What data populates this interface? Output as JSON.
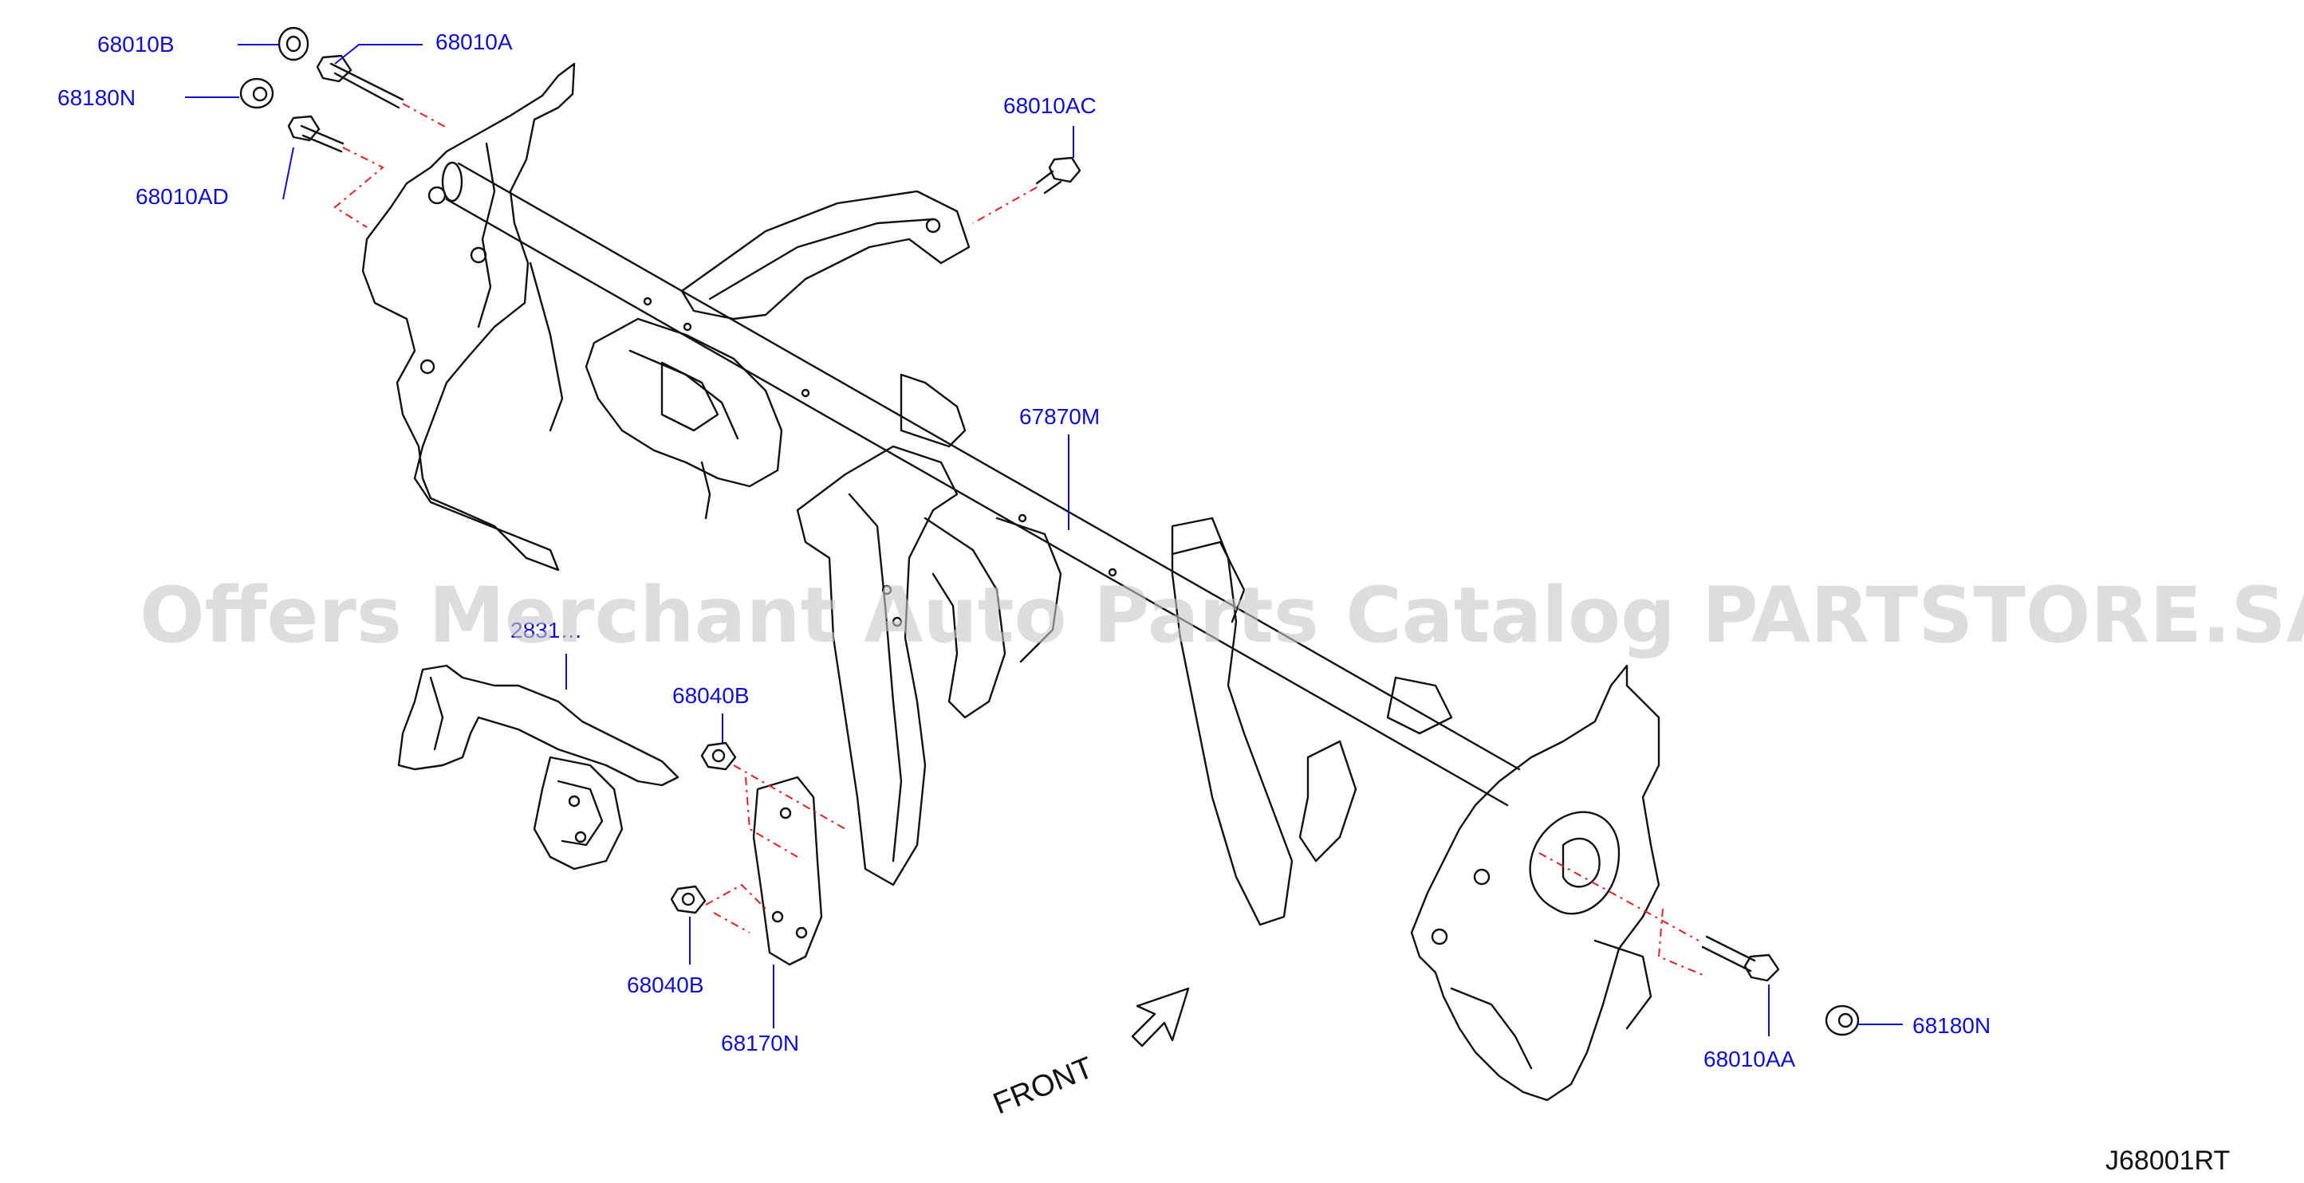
{
  "callouts": {
    "p68010B": "68010B",
    "p68010A": "68010A",
    "p68180N_top": "68180N",
    "p68010AD": "68010AD",
    "p68010AC": "68010AC",
    "p67870M": "67870M",
    "p2831": "2831…",
    "p68040B_top": "68040B",
    "p68040B_bottom": "68040B",
    "p68170N": "68170N",
    "p68010AA": "68010AA",
    "p68180N_right": "68180N"
  },
  "labels": {
    "front": "FRONT",
    "diagram_code": "J68001RT"
  },
  "watermark": "Offers Merchant Auto Parts Catalog PARTSTORE.SA"
}
